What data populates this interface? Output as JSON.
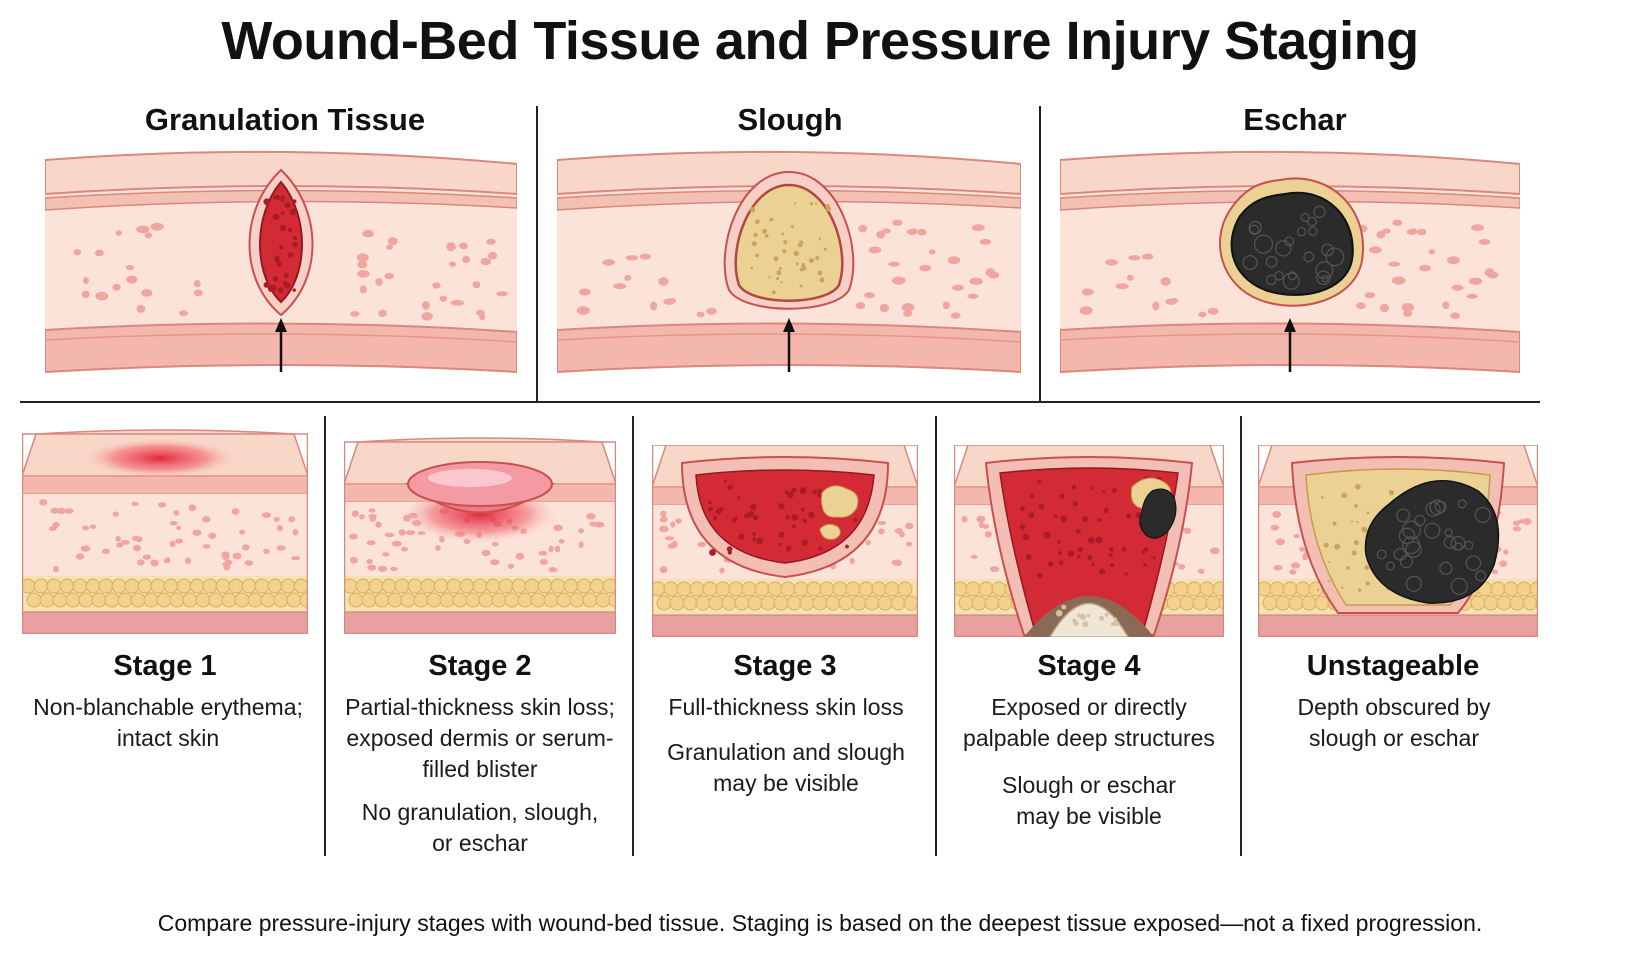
{
  "title": "Wound-Bed Tissue and Pressure Injury Staging",
  "tissue_panels": [
    {
      "label": "Granulation Tissue",
      "wound": "granulation"
    },
    {
      "label": "Slough",
      "wound": "slough"
    },
    {
      "label": "Eschar",
      "wound": "eschar"
    }
  ],
  "stages": [
    {
      "label": "Stage 1",
      "lines": [
        "Non-blanchable erythema; intact skin"
      ]
    },
    {
      "label": "Stage 2",
      "lines": [
        "Partial-thickness skin loss; exposed dermis or serum-filled blister",
        "No granulation, slough, or eschar"
      ]
    },
    {
      "label": "Stage 3",
      "lines": [
        "Full-thickness skin loss",
        "Granulation and slough may be visible"
      ]
    },
    {
      "label": "Stage 4",
      "lines": [
        "Exposed or directly palpable deep structures",
        "Slough or eschar may be visible"
      ]
    },
    {
      "label": "Unstageable",
      "lines": [
        "Depth obscured by slough or eschar"
      ]
    }
  ],
  "caption": "Compare pressure-injury stages with wound-bed tissue. Staging is based on the deepest tissue exposed—not a fixed progression.",
  "colors": {
    "skin": "#f8d7c8",
    "dermis": "#fbe3da",
    "dermis_dot": "#f0a5a0",
    "granulation": "#d42a35",
    "slough": "#ecd195",
    "eschar": "#2b2b2b",
    "fat": "#f2d28e",
    "muscle": "#e8a0a0",
    "bone": "#efe6d6"
  }
}
